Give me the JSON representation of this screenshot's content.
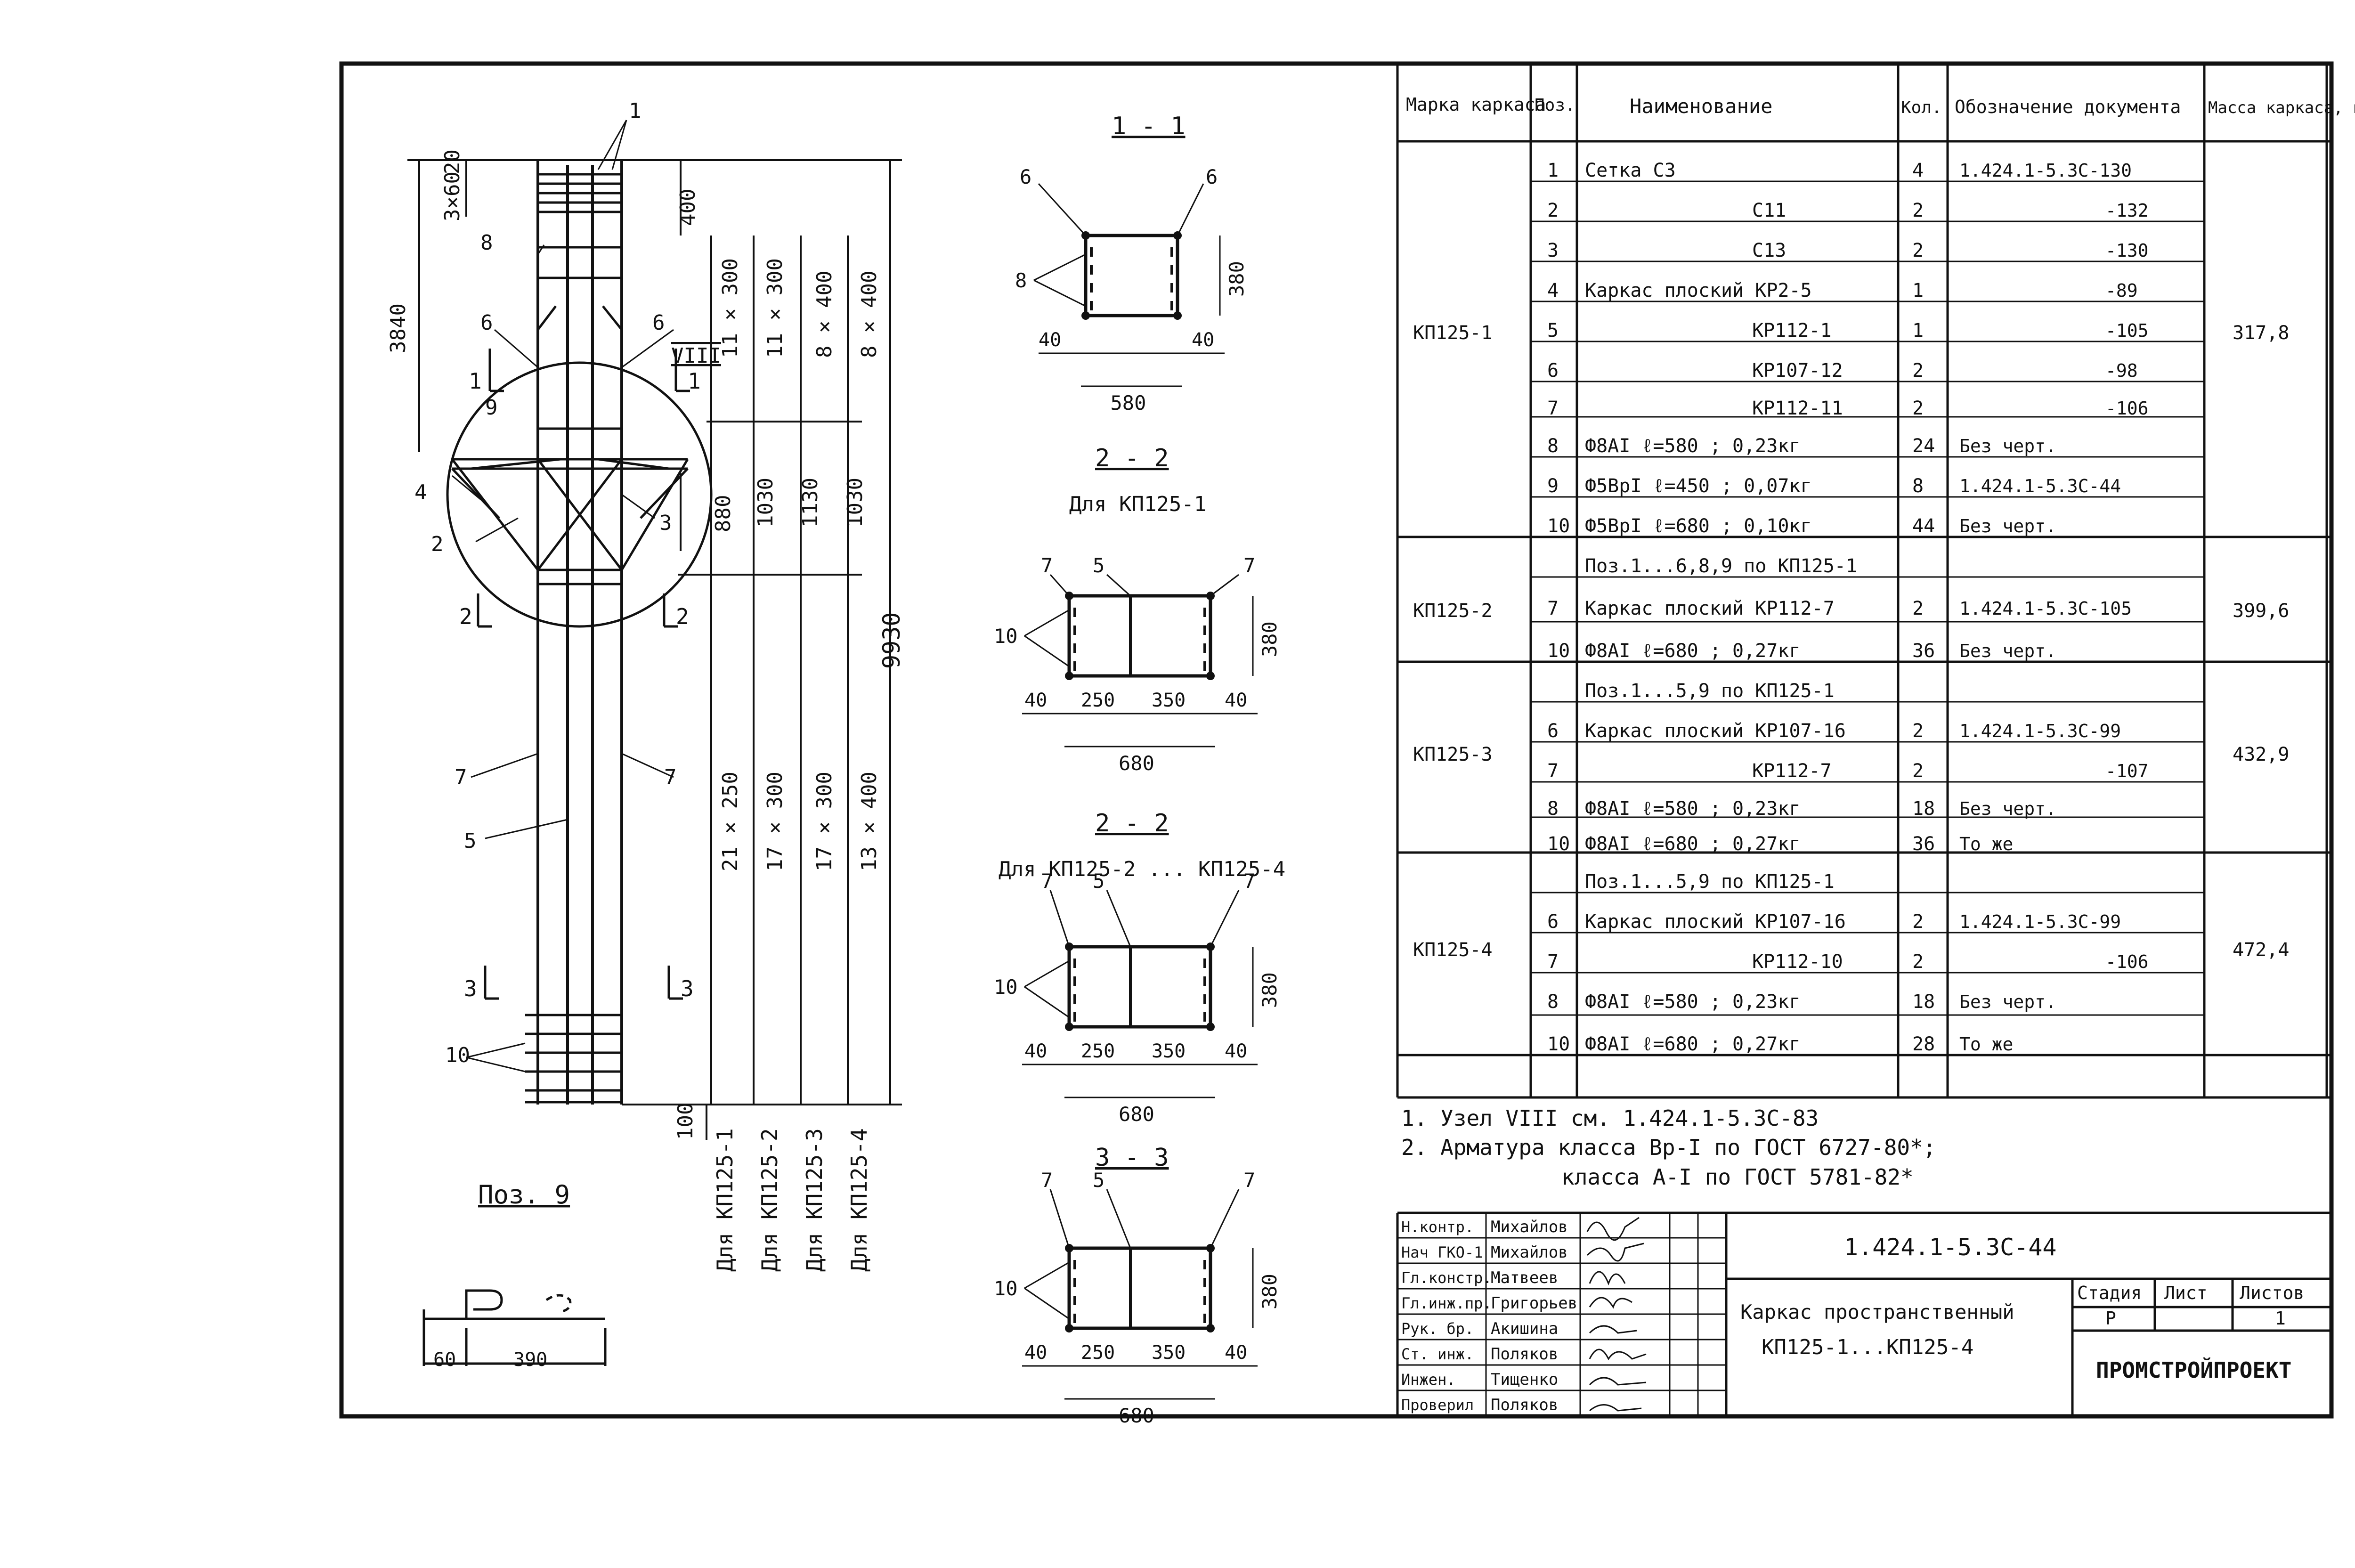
{
  "title_block": {
    "doc_code": "1.424.1-5.3С-44",
    "title_lines": [
      "Каркас пространственный",
      "КП125-1...КП125-4"
    ],
    "stage_label": "Стадия",
    "sheet_label": "Лист",
    "sheets_label": "Листов",
    "stage": "Р",
    "sheet": "",
    "sheets": "1",
    "org": "ПРОМСТРОЙПРОЕКТ",
    "signers": [
      {
        "role": "Н.контр.",
        "name": "Михайлов"
      },
      {
        "role": "Нач ГКО-1",
        "name": "Михайлов"
      },
      {
        "role": "Гл.констр.",
        "name": "Матвеев"
      },
      {
        "role": "Гл.инж.пр.",
        "name": "Григорьев"
      },
      {
        "role": "Рук. бр.",
        "name": "Акишина"
      },
      {
        "role": "Ст. инж.",
        "name": "Поляков"
      },
      {
        "role": "Инжен.",
        "name": "Тищенко"
      },
      {
        "role": "Проверил",
        "name": "Поляков"
      }
    ]
  },
  "spec": {
    "headers": [
      "Марка каркаса",
      "Поз.",
      "Наименование",
      "Кол.",
      "Обозначение документа",
      "Масса каркаса, кг"
    ],
    "groups": [
      {
        "mark": "КП125-1",
        "mass": "317,8",
        "rows": [
          {
            "pos": "1",
            "name": "Сетка С3",
            "qty": "4",
            "doc": "1.424.1-5.3С-130"
          },
          {
            "pos": "2",
            "name": "С11",
            "qty": "2",
            "doc": "-132"
          },
          {
            "pos": "3",
            "name": "С13",
            "qty": "2",
            "doc": "-130"
          },
          {
            "pos": "4",
            "name": "Каркас плоский КР2-5",
            "qty": "1",
            "doc": "-89"
          },
          {
            "pos": "5",
            "name": "КР112-1",
            "qty": "1",
            "doc": "-105"
          },
          {
            "pos": "6",
            "name": "КР107-12",
            "qty": "2",
            "doc": "-98"
          },
          {
            "pos": "7",
            "name": "КР112-11",
            "qty": "2",
            "doc": "-106"
          },
          {
            "pos": "8",
            "name": "Ф8АI ℓ=580 ; 0,23кг",
            "qty": "24",
            "doc": "Без черт."
          },
          {
            "pos": "9",
            "name": "Ф5ВрI ℓ=450 ; 0,07кг",
            "qty": "8",
            "doc": "1.424.1-5.3С-44"
          },
          {
            "pos": "10",
            "name": "Ф5ВрI ℓ=680 ; 0,10кг",
            "qty": "44",
            "doc": "Без черт."
          }
        ]
      },
      {
        "mark": "КП125-2",
        "mass": "399,6",
        "rows": [
          {
            "pos": "",
            "name": "Поз.1...6,8,9 по КП125-1",
            "qty": "",
            "doc": ""
          },
          {
            "pos": "7",
            "name": "Каркас плоский КР112-7",
            "qty": "2",
            "doc": "1.424.1-5.3С-105"
          },
          {
            "pos": "10",
            "name": "Ф8АI ℓ=680 ; 0,27кг",
            "qty": "36",
            "doc": "Без черт."
          }
        ]
      },
      {
        "mark": "КП125-3",
        "mass": "432,9",
        "rows": [
          {
            "pos": "",
            "name": "Поз.1...5,9 по КП125-1",
            "qty": "",
            "doc": ""
          },
          {
            "pos": "6",
            "name": "Каркас плоский КР107-16",
            "qty": "2",
            "doc": "1.424.1-5.3С-99"
          },
          {
            "pos": "7",
            "name": "КР112-7",
            "qty": "2",
            "doc": "-107"
          },
          {
            "pos": "8",
            "name": "Ф8АI ℓ=580 ; 0,23кг",
            "qty": "18",
            "doc": "Без черт."
          },
          {
            "pos": "10",
            "name": "Ф8АI ℓ=680 ; 0,27кг",
            "qty": "36",
            "doc": "То же"
          }
        ]
      },
      {
        "mark": "КП125-4",
        "mass": "472,4",
        "rows": [
          {
            "pos": "",
            "name": "Поз.1...5,9 по КП125-1",
            "qty": "",
            "doc": ""
          },
          {
            "pos": "6",
            "name": "Каркас плоский КР107-16",
            "qty": "2",
            "doc": "1.424.1-5.3С-99"
          },
          {
            "pos": "7",
            "name": "КР112-10",
            "qty": "2",
            "doc": "-106"
          },
          {
            "pos": "8",
            "name": "Ф8АI ℓ=580 ; 0,23кг",
            "qty": "18",
            "doc": "Без черт."
          },
          {
            "pos": "10",
            "name": "Ф8АI ℓ=680 ; 0,27кг",
            "qty": "28",
            "doc": "То же"
          }
        ]
      }
    ]
  },
  "notes": [
    "1. Узел VIII см. 1.424.1-5.3С-83",
    "2. Арматура класса Вр-I по ГОСТ 6727-80*;",
    "класса А-I по ГОСТ 5781-82*"
  ],
  "elevation": {
    "top_dims": [
      "20",
      "3×60",
      "400"
    ],
    "left_dims": [
      "3840",
      "880"
    ],
    "spacing_columns": [
      [
        "11 × 300",
        "1030",
        "21 × 250"
      ],
      [
        "11 × 300",
        "1130",
        "17 × 300"
      ],
      [
        "8 × 400",
        "1030",
        "17 × 300"
      ],
      [
        "8 × 400",
        "",
        "13 × 400"
      ]
    ],
    "total": "9930",
    "bottom": "100",
    "variants": [
      "Для КП125-1",
      "Для КП125-2",
      "Для КП125-3",
      "Для КП125-4"
    ],
    "callouts": [
      "1",
      "8",
      "6",
      "6",
      "VIII",
      "9",
      "4",
      "2",
      "3",
      "7",
      "7",
      "5",
      "10"
    ],
    "section_marks": [
      "1",
      "1",
      "2",
      "2",
      "3",
      "3"
    ]
  },
  "poz9": {
    "title": "Поз. 9",
    "dims": [
      "60",
      "390"
    ]
  },
  "sections": [
    {
      "title": "1 - 1",
      "subtitle": "",
      "labels": [
        "6",
        "6",
        "8"
      ],
      "height": "380",
      "dims": [
        "40",
        "40"
      ],
      "width": "580"
    },
    {
      "title": "2 - 2",
      "subtitle": "Для КП125-1",
      "labels": [
        "7",
        "5",
        "7",
        "10"
      ],
      "height": "380",
      "dims": [
        "40",
        "250",
        "350",
        "40"
      ],
      "width": "680"
    },
    {
      "title": "2 - 2",
      "subtitle": "Для КП125-2 ... КП125-4",
      "labels": [
        "7",
        "5",
        "7",
        "10"
      ],
      "height": "380",
      "dims": [
        "40",
        "250",
        "350",
        "40"
      ],
      "width": "680"
    },
    {
      "title": "3 - 3",
      "subtitle": "",
      "labels": [
        "7",
        "5",
        "7",
        "10"
      ],
      "height": "380",
      "dims": [
        "40",
        "250",
        "350",
        "40"
      ],
      "width": "680"
    }
  ]
}
